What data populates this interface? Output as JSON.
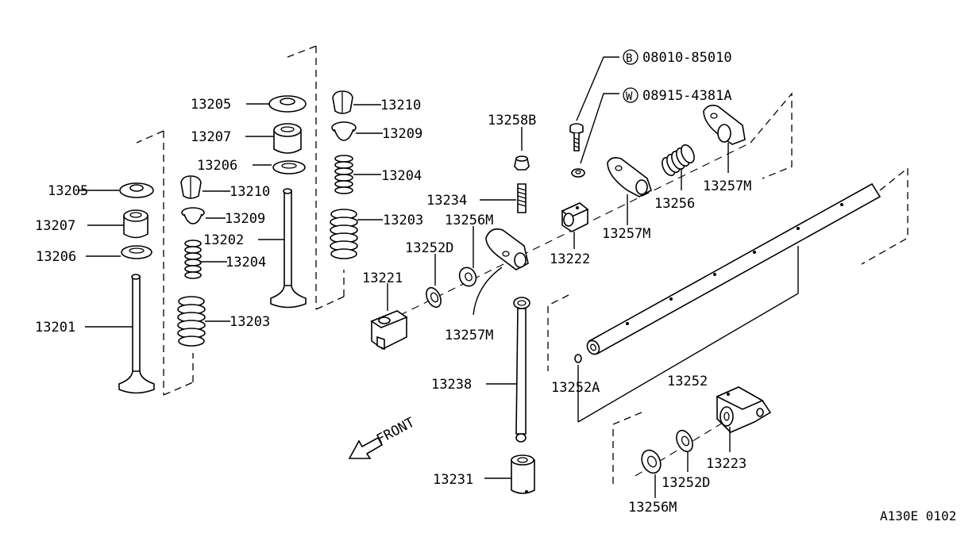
{
  "labels": {
    "p13205_a": "13205",
    "p13207_a": "13207",
    "p13206_a": "13206",
    "p13201": "13201",
    "p13205_b": "13205",
    "p13207_b": "13207",
    "p13206_b": "13206",
    "p13210_a": "13210",
    "p13209_a": "13209",
    "p13202": "13202",
    "p13204_a": "13204",
    "p13203_a": "13203",
    "p13210_b": "13210",
    "p13209_b": "13209",
    "p13204_b": "13204",
    "p13203_b": "13203",
    "p13258B": "13258B",
    "p13234": "13234",
    "p13256M_a": "13256M",
    "p13252D_a": "13252D",
    "p13221": "13221",
    "p13257M_a": "13257M",
    "p13238": "13238",
    "p13231": "13231",
    "p13222": "13222",
    "p13257M_b": "13257M",
    "p13256": "13256",
    "p13257M_c": "13257M",
    "bolt_code": "08010-85010",
    "bolt_mark": "B",
    "washer_code": "08915-4381A",
    "washer_mark": "W",
    "p13252A": "13252A",
    "p13252": "13252",
    "p13223": "13223",
    "p13252D_b": "13252D",
    "p13256M_b": "13256M",
    "front": "FRONT",
    "figure_id": "A130E 0102"
  }
}
